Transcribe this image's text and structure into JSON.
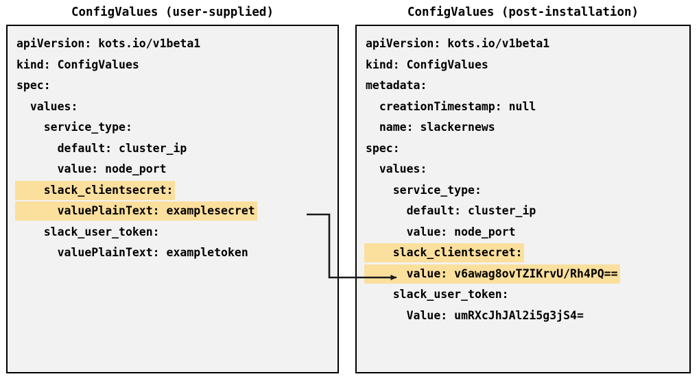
{
  "panels": [
    {
      "title": "ConfigValues (user-supplied)",
      "lines": [
        {
          "text": "apiVersion: kots.io/v1beta1",
          "highlight": false
        },
        {
          "text": "kind: ConfigValues",
          "highlight": false
        },
        {
          "text": "spec:",
          "highlight": false
        },
        {
          "text": "  values:",
          "highlight": false
        },
        {
          "text": "    service_type:",
          "highlight": false
        },
        {
          "text": "      default: cluster_ip",
          "highlight": false
        },
        {
          "text": "      value: node_port",
          "highlight": false
        },
        {
          "text": "    slack_clientsecret:",
          "highlight": true
        },
        {
          "text": "      valuePlainText: examplesecret",
          "highlight": true
        },
        {
          "text": "    slack_user_token:",
          "highlight": false
        },
        {
          "text": "      valuePlainText: exampletoken",
          "highlight": false
        }
      ]
    },
    {
      "title": "ConfigValues (post-installation)",
      "lines": [
        {
          "text": "apiVersion: kots.io/v1beta1",
          "highlight": false
        },
        {
          "text": "kind: ConfigValues",
          "highlight": false
        },
        {
          "text": "metadata:",
          "highlight": false
        },
        {
          "text": "  creationTimestamp: null",
          "highlight": false
        },
        {
          "text": "  name: slackernews",
          "highlight": false
        },
        {
          "text": "spec:",
          "highlight": false
        },
        {
          "text": "  values:",
          "highlight": false
        },
        {
          "text": "    service_type:",
          "highlight": false
        },
        {
          "text": "      default: cluster_ip",
          "highlight": false
        },
        {
          "text": "      value: node_port",
          "highlight": false
        },
        {
          "text": "    slack_clientsecret:",
          "highlight": true
        },
        {
          "text": "      value: v6awag8ovTZIKrvU/Rh4PQ==",
          "highlight": true
        },
        {
          "text": "    slack_user_token:",
          "highlight": false
        },
        {
          "text": "      Value: umRXcJhJAl2i5g3jS4=",
          "highlight": false
        }
      ]
    }
  ],
  "colors": {
    "highlight": "#FBDF9D",
    "panel_background": "#F2F2F2",
    "border": "#000000",
    "text": "#000000",
    "connector": "#1A1A1A"
  }
}
